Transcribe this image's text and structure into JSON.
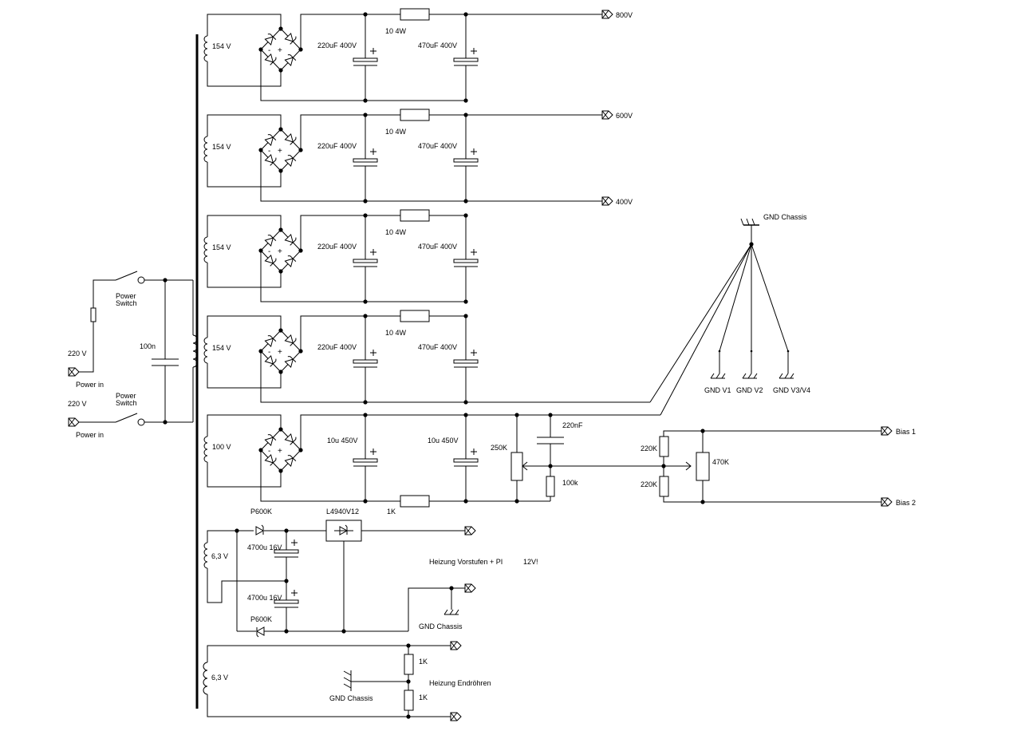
{
  "stages": [
    {
      "secondary": "154 V",
      "cap1": "220uF 400V",
      "cap2": "470uF 400V",
      "resistor": "10 4W",
      "output": "800V"
    },
    {
      "secondary": "154 V",
      "cap1": "220uF 400V",
      "cap2": "470uF 400V",
      "resistor": "10 4W",
      "output": "600V",
      "bottom_output": "400V"
    },
    {
      "secondary": "154 V",
      "cap1": "220uF 400V",
      "cap2": "470uF 400V",
      "resistor": "10 4W"
    },
    {
      "secondary": "154 V",
      "cap1": "220uF 400V",
      "cap2": "470uF 400V",
      "resistor": "10 4W"
    }
  ],
  "bridge": {
    "minus": "-",
    "plus": "+"
  },
  "bias_stage": {
    "secondary": "100 V",
    "cap1": "10u 450V",
    "cap2": "10u 450V",
    "resistor": "1K",
    "pot": "250K",
    "cap": "220nF",
    "r": "100k",
    "r_top": "220K",
    "r_bottom": "220K",
    "pot2": "470K",
    "out1": "Bias 1",
    "out2": "Bias 2"
  },
  "mains": {
    "voltage1": "220 V",
    "voltage2": "220 V",
    "in1": "Power in",
    "in2": "Power in",
    "switch1": [
      "Power",
      "Switch"
    ],
    "switch2": [
      "Power",
      "Switch"
    ],
    "cap": "100n"
  },
  "ground": {
    "chassis": "GND Chassis",
    "v1": "GND V1",
    "v2": "GND V2",
    "v3": "GND V3/V4"
  },
  "heater1": {
    "secondary": "6,3 V",
    "diode_top": "P600K",
    "diode_bottom": "P600K",
    "cap_top": "4700u 16V",
    "cap_bottom": "4700u 16V",
    "regulator": "L4940V12",
    "label": "Heizung Vorstufen + PI",
    "note": "12V!",
    "gnd": "GND Chassis"
  },
  "heater2": {
    "secondary": "6,3 V",
    "r_top": "1K",
    "r_bottom": "1K",
    "gnd": "GND Chassis",
    "label": "Heizung Endröhren"
  }
}
